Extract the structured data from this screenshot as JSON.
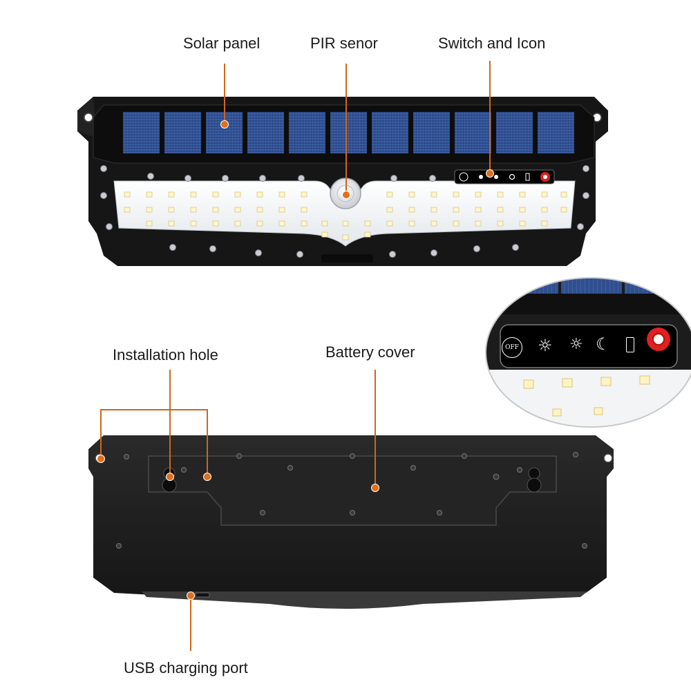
{
  "labels": {
    "solar_panel": "Solar panel",
    "pir_sensor": "PIR senor",
    "switch_icon": "Switch and Icon",
    "installation_hole": "Installation hole",
    "battery_cover": "Battery cover",
    "usb_port": "USB charging port"
  },
  "switch_panel": {
    "off_text": "OFF",
    "icons": [
      "off-icon",
      "sun-icon",
      "half-sun-icon",
      "moon-star-icon",
      "battery-icon",
      "power-button-icon"
    ]
  },
  "colors": {
    "leader_line": "#d0661a",
    "solar_cell": "#2f4f8f",
    "housing": "#1c1c1c",
    "led_panel": "#f4f6f8",
    "power_button": "#e02020"
  }
}
